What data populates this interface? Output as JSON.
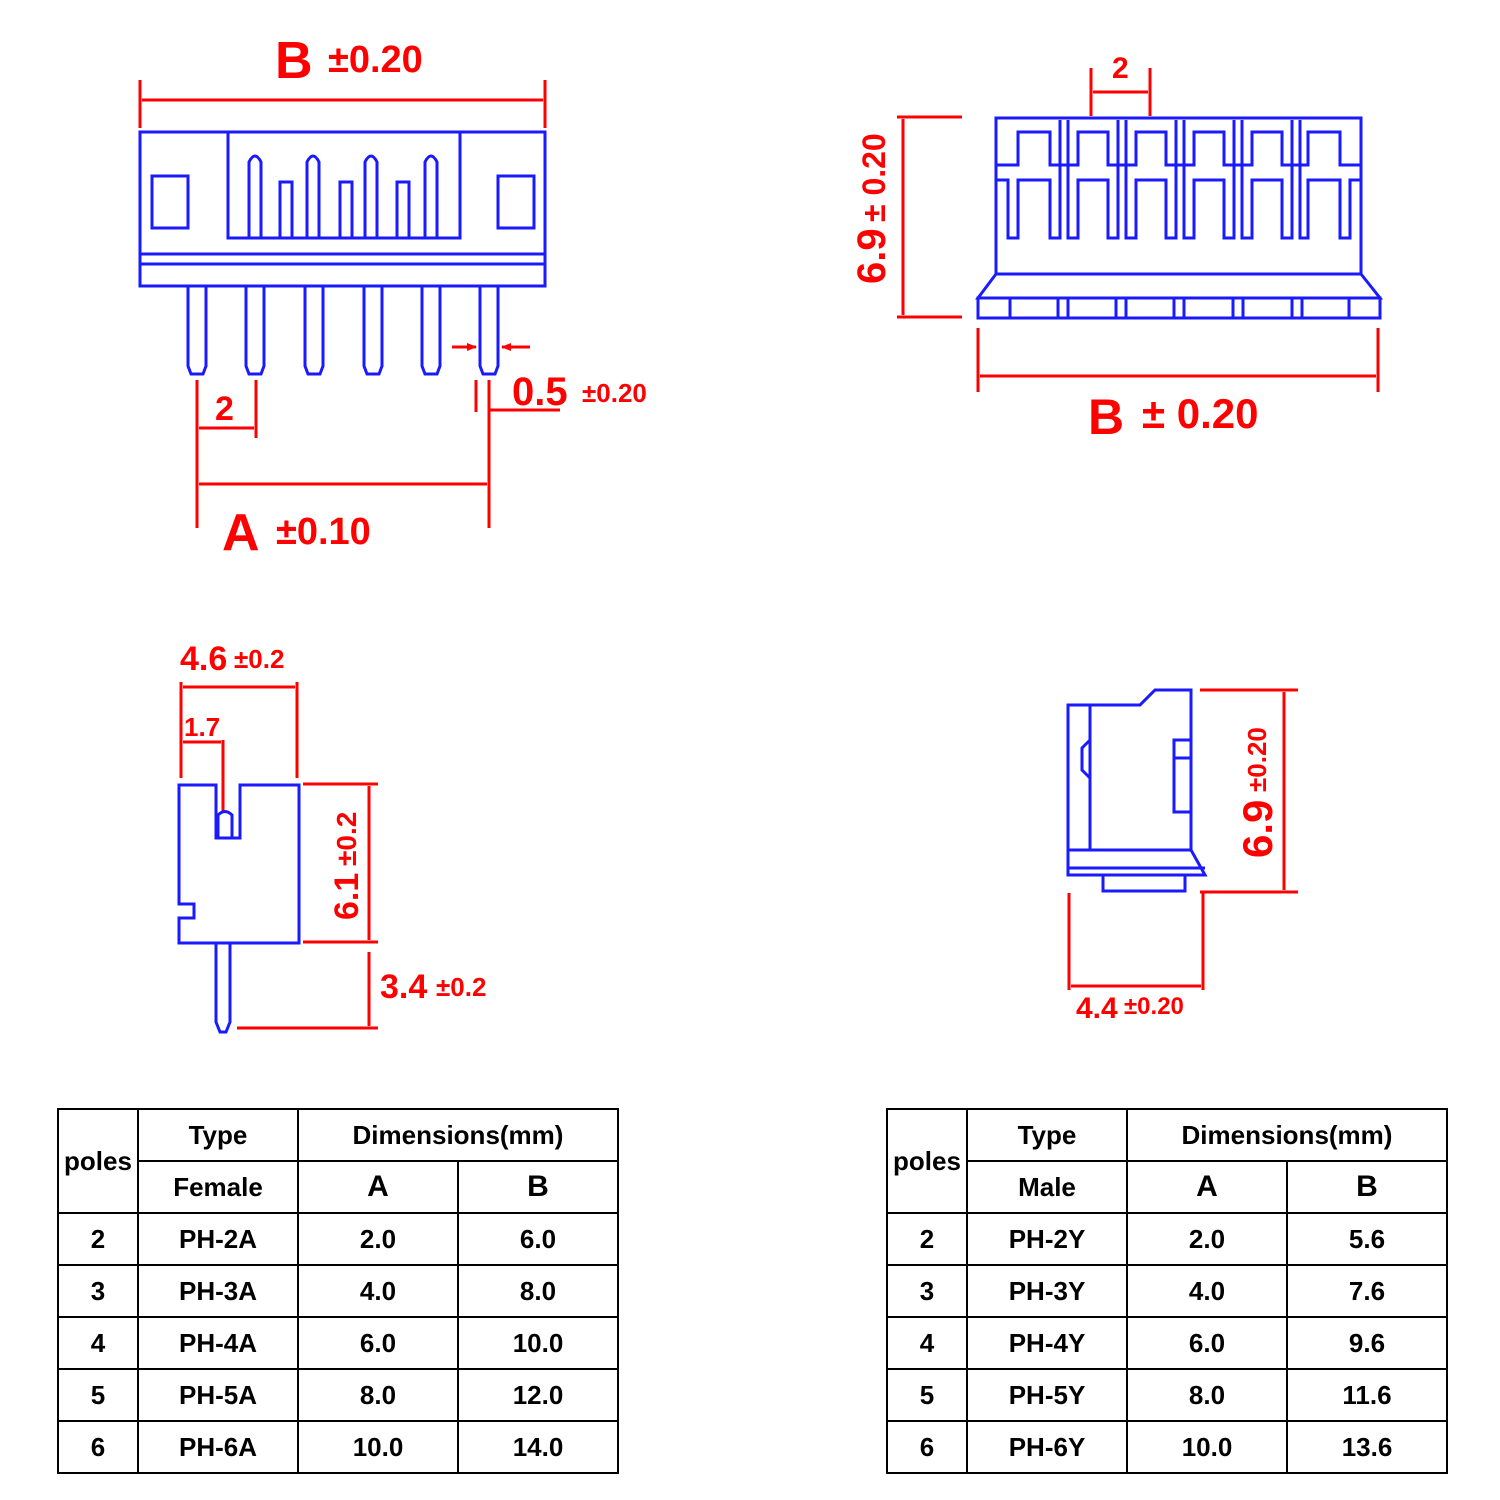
{
  "diagrams": {
    "female_front": {
      "b_letter": "B",
      "b_tol": "±0.20",
      "pitch": "2",
      "pin_width": "0.5",
      "pin_width_tol": "±0.20",
      "a_letter": "A",
      "a_tol": "±0.10"
    },
    "male_front": {
      "pitch": "2",
      "height": "6.9",
      "height_tol": "± 0.20",
      "b_letter": "B",
      "b_tol": "± 0.20"
    },
    "female_side": {
      "depth": "4.6",
      "depth_tol": "±0.2",
      "offset": "1.7",
      "height": "6.1",
      "height_tol": "±0.2",
      "pin_length": "3.4",
      "pin_length_tol": "±0.2"
    },
    "male_side": {
      "height": "6.9",
      "height_tol": "±0.20",
      "depth": "4.4",
      "depth_tol": "±0.20"
    }
  },
  "tables": [
    {
      "poles_header": "poles",
      "type_header": "Type",
      "dimensions_header": "Dimensions(mm)",
      "gender": "Female",
      "col_a": "A",
      "col_b": "B",
      "rows": [
        {
          "poles": "2",
          "type": "PH-2A",
          "a": "2.0",
          "b": "6.0"
        },
        {
          "poles": "3",
          "type": "PH-3A",
          "a": "4.0",
          "b": "8.0"
        },
        {
          "poles": "4",
          "type": "PH-4A",
          "a": "6.0",
          "b": "10.0"
        },
        {
          "poles": "5",
          "type": "PH-5A",
          "a": "8.0",
          "b": "12.0"
        },
        {
          "poles": "6",
          "type": "PH-6A",
          "a": "10.0",
          "b": "14.0"
        }
      ]
    },
    {
      "poles_header": "poles",
      "type_header": "Type",
      "dimensions_header": "Dimensions(mm)",
      "gender": "Male",
      "col_a": "A",
      "col_b": "B",
      "rows": [
        {
          "poles": "2",
          "type": "PH-2Y",
          "a": "2.0",
          "b": "5.6"
        },
        {
          "poles": "3",
          "type": "PH-3Y",
          "a": "4.0",
          "b": "7.6"
        },
        {
          "poles": "4",
          "type": "PH-4Y",
          "a": "6.0",
          "b": "9.6"
        },
        {
          "poles": "5",
          "type": "PH-5Y",
          "a": "8.0",
          "b": "11.6"
        },
        {
          "poles": "6",
          "type": "PH-6Y",
          "a": "10.0",
          "b": "13.6"
        }
      ]
    }
  ]
}
